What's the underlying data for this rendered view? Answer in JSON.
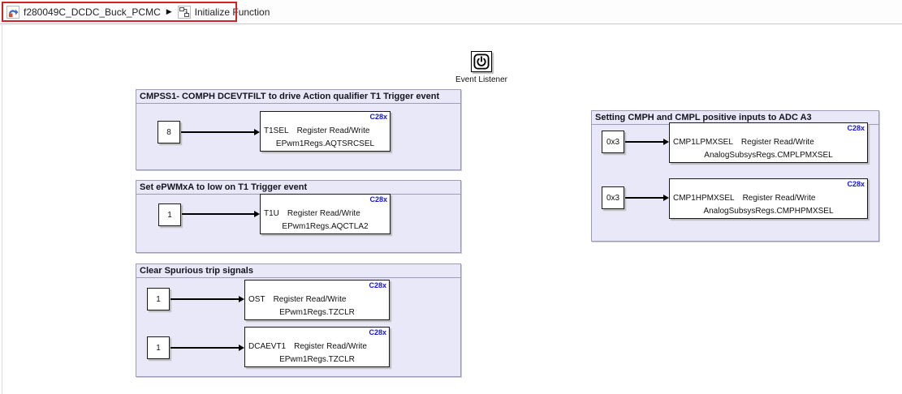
{
  "breadcrumb": {
    "separator": "▶",
    "items": [
      {
        "label": "f280049C_DCDC_Buck_PCMC",
        "icon": "simulink-model-icon"
      },
      {
        "label": "Initialize Function",
        "icon": "subsystem-icon"
      }
    ],
    "highlight_color": "#cf2424"
  },
  "event_listener": {
    "label": "Event Listener",
    "icon": "power-icon"
  },
  "colors": {
    "area_fill": "#e8e8f8",
    "area_border": "#9c9cb4",
    "tag_blue": "#1414e0",
    "block_border": "#1a1a1a"
  },
  "groups": [
    {
      "title": "CMPSS1- COMPH DCEVTFILT to drive Action qualifier T1 Trigger event",
      "blocks": [
        {
          "input": "8",
          "port": "T1SEL",
          "type": "Register Read/Write",
          "register": "EPwm1Regs.AQTSRCSEL",
          "tag": "C28x"
        }
      ]
    },
    {
      "title": "Set ePWMxA to low on T1 Trigger event",
      "blocks": [
        {
          "input": "1",
          "port": "T1U",
          "type": "Register Read/Write",
          "register": "EPwm1Regs.AQCTLA2",
          "tag": "C28x"
        }
      ]
    },
    {
      "title": "Clear Spurious trip signals",
      "blocks": [
        {
          "input": "1",
          "port": "OST",
          "type": "Register Read/Write",
          "register": "EPwm1Regs.TZCLR",
          "tag": "C28x"
        },
        {
          "input": "1",
          "port": "DCAEVT1",
          "type": "Register Read/Write",
          "register": "EPwm1Regs.TZCLR",
          "tag": "C28x"
        }
      ]
    },
    {
      "title": "Setting CMPH and CMPL positive inputs to ADC A3",
      "blocks": [
        {
          "input": "0x3",
          "port": "CMP1LPMXSEL",
          "type": "Register Read/Write",
          "register": "AnalogSubsysRegs.CMPLPMXSEL",
          "tag": "C28x"
        },
        {
          "input": "0x3",
          "port": "CMP1HPMXSEL",
          "type": "Register Read/Write",
          "register": "AnalogSubsysRegs.CMPHPMXSEL",
          "tag": "C28x"
        }
      ]
    }
  ]
}
